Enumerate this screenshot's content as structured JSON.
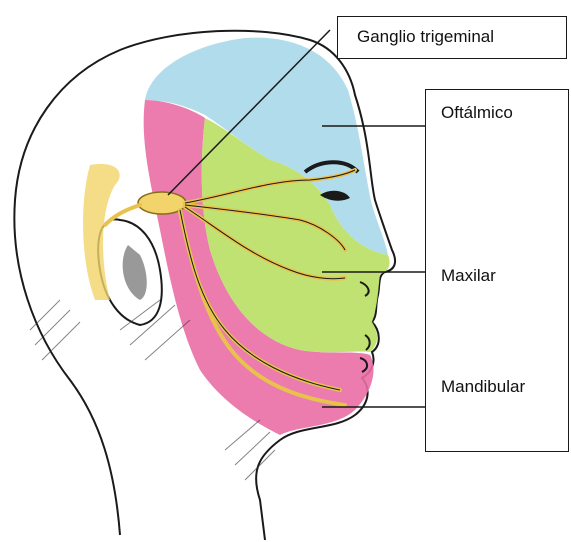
{
  "labels": {
    "ganglion": "Ganglio trigeminal",
    "ophthalmic": "Oftálmico",
    "maxillary": "Maxilar",
    "mandibular": "Mandibular"
  },
  "colors": {
    "ophthalmic": "#a9d8ea",
    "maxillary": "#bde06a",
    "mandibular": "#e96ea4",
    "ganglion": "#f2d46a",
    "nerve": "#e8c24c",
    "outline": "#1a1a1a"
  }
}
